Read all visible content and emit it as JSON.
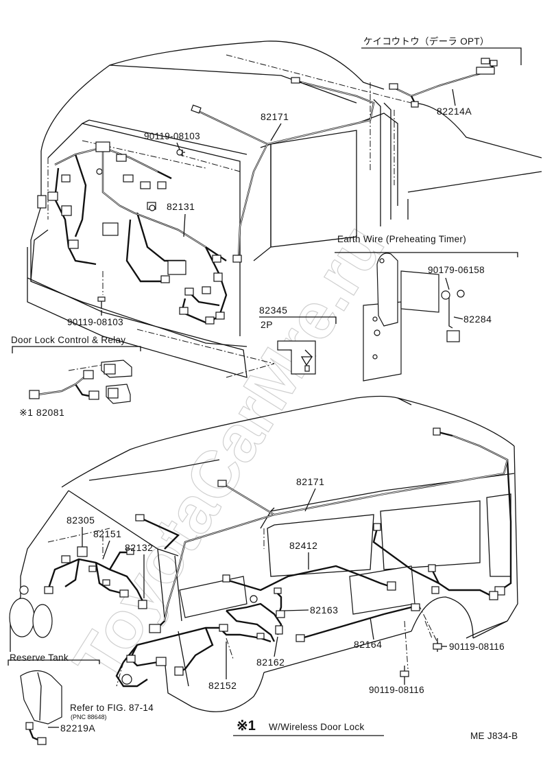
{
  "watermark": "ToyotaCarMre.ru",
  "sections": {
    "keikoutou": "ケイコウトウ（デーラ OPT）",
    "earth_wire": "Earth Wire (Preheating Timer)",
    "door_lock": "Door Lock Control & Relay",
    "reserve_tank": "Reserve Tank"
  },
  "parts": {
    "p82214A": "82214A",
    "p82171_top": "82171",
    "p90119_08103_a": "90119-08103",
    "p82131": "82131",
    "p90119_08103_b": "90119-08103",
    "p82345": "82345",
    "p2P": "2P",
    "p90179_06158": "90179-06158",
    "p82284": "82284",
    "p82081": "※1 82081",
    "p82171_bot": "82171",
    "p82305": "82305",
    "p82151": "82151",
    "p82132": "82132",
    "p82412": "82412",
    "p82163": "82163",
    "p82164": "82164",
    "p82162": "82162",
    "p82152": "82152",
    "p90119_08116_a": "90119-08116",
    "p90119_08116_b": "90119-08116",
    "p82219A": "82219A"
  },
  "refer": {
    "text": "Refer to FIG. 87-14",
    "pnc": "(PNC 88648)"
  },
  "footnote": {
    "mark": "※1",
    "text": "W/Wireless Door Lock"
  },
  "code": "ME J834-B"
}
